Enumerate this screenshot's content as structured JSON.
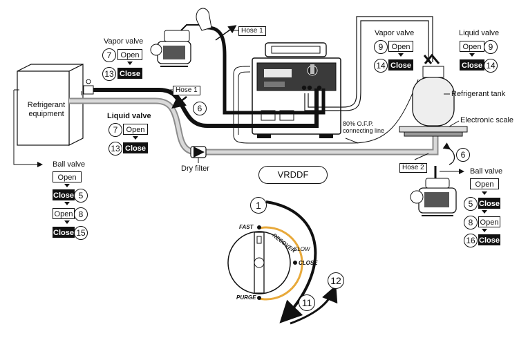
{
  "refrigerant_equipment": "Refrigerant\nequipment",
  "refrigerant_equipment_lines": [
    "Refrigerant",
    "equipment"
  ],
  "hose1_top": "Hose 1",
  "hose1_left": "Hose 1",
  "hose2": "Hose 2",
  "vapor_valve_left": {
    "title": "Vapor valve",
    "open_step": "7",
    "open": "Open",
    "close_step": "13",
    "close": "Close"
  },
  "liquid_valve_left": {
    "title": "Liquid valve",
    "open_step": "7",
    "open": "Open",
    "close_step": "13",
    "close": "Close"
  },
  "vapor_valve_right": {
    "title": "Vapor valve",
    "open_step": "9",
    "open": "Open",
    "close_step": "14",
    "close": "Close"
  },
  "liquid_valve_right": {
    "title": "Liquid valve",
    "open_step": "9",
    "open": "Open",
    "close_step": "14",
    "close": "Close"
  },
  "ball_valve_left": {
    "title": "Ball valve",
    "open": "Open",
    "close1": "Close",
    "close1_step": "5",
    "open2": "Open",
    "open2_step": "8",
    "close2": "Close",
    "close2_step": "15"
  },
  "ball_valve_right": {
    "title": "Ball valve",
    "open": "Open",
    "close1": "Close",
    "close1_step": "5",
    "open2": "Open",
    "open2_step": "8",
    "close2": "Close",
    "close2_step": "16"
  },
  "refrigerant_tank": "Refrigerant tank",
  "electronic_scale": "Electronic scale",
  "ofp_line": "80% O.F.P.\nconnecting line",
  "ofp_lines": [
    "80% O.F.P.",
    "connecting line"
  ],
  "dry_filter": "Dry filter",
  "model": "VRDDF",
  "step_hose_left": "6",
  "step_hose_right": "6",
  "dial": {
    "fast": "FAST",
    "recover": "RECOVER",
    "slow": "SLOW",
    "close": "CLOSE",
    "purge": "PURGE"
  },
  "dial_steps": {
    "start": "1",
    "mid": "11",
    "end": "12"
  },
  "colors": {
    "accent": "#e8a93a",
    "line_dark": "#111111",
    "hose_gray": "#8c8c8c"
  }
}
